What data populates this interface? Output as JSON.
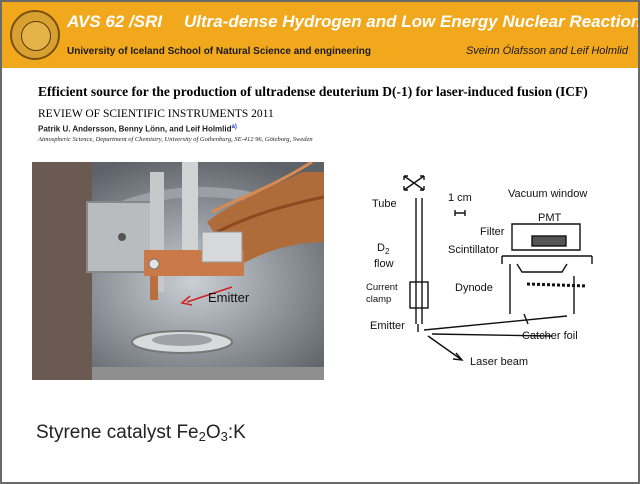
{
  "header": {
    "code": "AVS 62 /SRI",
    "title": "Ultra-dense Hydrogen and Low Energy Nuclear Reactions",
    "university": "University of Iceland School of Natural Science and engineering",
    "authors": "Sveinn Ólafsson and Leif Holmlid",
    "accent_color": "#f2a81d"
  },
  "paper": {
    "title": "Efficient source for the production of ultradense deuterium D(-1) for laser-induced fusion (ICF)",
    "journal": "REVIEW OF SCIENTIFIC INSTRUMENTS 2011",
    "authors": "Patrik U. Andersson, Benny Lönn, and Leif Holmlid",
    "authors_mark": "a)",
    "affiliation": "Atmospheric Science, Department of Chemistry, University of Gothenburg, SE-412 96, Göteborg, Sweden"
  },
  "photo": {
    "emitter_label": "Emitter"
  },
  "diagram": {
    "tube": "Tube",
    "scale": "1 cm",
    "vacuum_window": "Vacuum window",
    "pmt": "PMT",
    "filter": "Filter",
    "scintillator": "Scintillator",
    "d2": "D",
    "d2_sub": "2",
    "flow": "flow",
    "dynode": "Dynode",
    "current": "Current",
    "clamp": "clamp",
    "emitter": "Emitter",
    "catcher_foil": "Catcher foil",
    "laser_beam": "Laser beam"
  },
  "caption": {
    "prefix": "Styrene catalyst Fe",
    "sub1": "2",
    "mid": "O",
    "sub2": "3",
    "suffix": ":K"
  }
}
